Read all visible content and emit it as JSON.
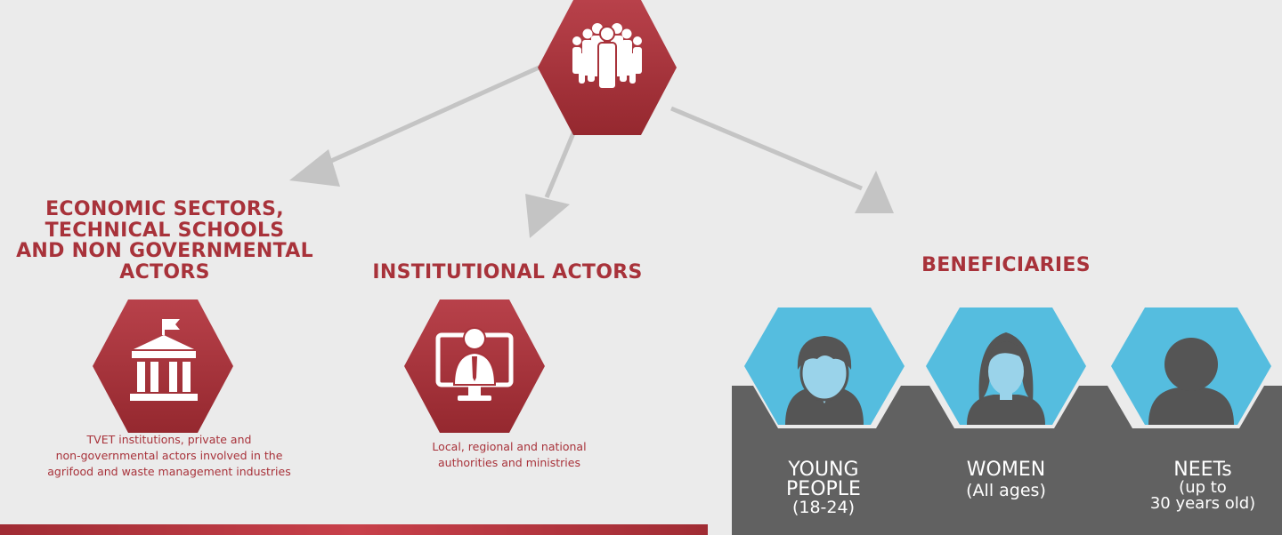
{
  "top": {
    "icon": "group-of-people-icon"
  },
  "colors": {
    "accent": "#a8323a",
    "hex_dark": "#8f2a31",
    "beneficiary_hex": "#55bddf",
    "panel": "#616161",
    "arrow": "#c4c4c4",
    "background": "#ebebeb"
  },
  "groups": {
    "economic": {
      "heading_lines": [
        "ECONOMIC SECTORS,",
        "TECHNICAL SCHOOLS",
        "AND NON GOVERNMENTAL",
        "ACTORS"
      ],
      "icon": "government-building-icon",
      "description_lines": [
        "TVET institutions, private and",
        "non-governmental actors involved in the",
        "agrifood and waste management industries"
      ]
    },
    "institutional": {
      "heading": "INSTITUTIONAL ACTORS",
      "icon": "official-on-monitor-icon",
      "description_lines": [
        "Local, regional and national",
        "authorities and ministries"
      ]
    },
    "beneficiaries": {
      "heading": "BENEFICIARIES",
      "items": [
        {
          "icon": "young-person-icon",
          "lines": [
            "YOUNG",
            "PEOPLE",
            "(18-24)"
          ]
        },
        {
          "icon": "woman-icon",
          "lines": [
            "WOMEN",
            "(All ages)"
          ]
        },
        {
          "icon": "person-icon",
          "lines": [
            "NEETs",
            "(up to",
            "30 years old)"
          ]
        }
      ]
    }
  }
}
